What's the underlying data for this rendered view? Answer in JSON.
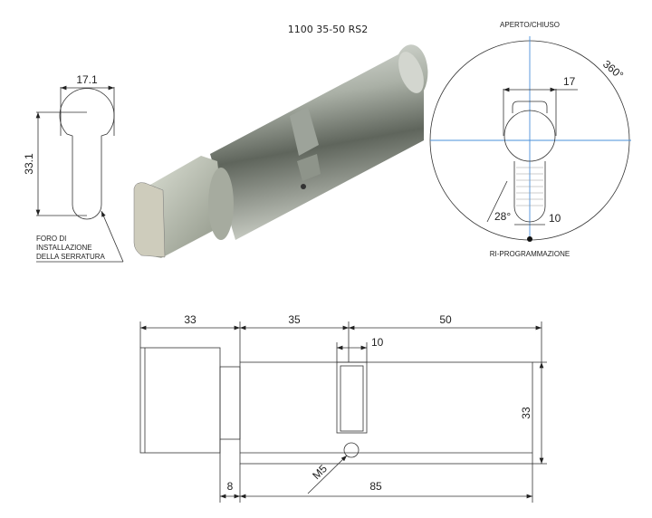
{
  "title": "1100 35-50 RS2",
  "profile": {
    "width": "17.1",
    "height": "33.1",
    "note": [
      "FORO DI",
      "INSTALLAZIONE",
      "DELLA SERRATURA"
    ]
  },
  "rotation": {
    "top_label": "APERTO/CHIUSO",
    "bottom_label": "RI-PROGRAMMAZIONE",
    "angle": "360°",
    "width": "17",
    "angle_small": "28°",
    "cam": "10"
  },
  "side": {
    "knob": "33",
    "left_body": "35",
    "right_body": "50",
    "cam_width": "10",
    "height": "33",
    "neck": "8",
    "total": "85",
    "screw": "M5"
  }
}
